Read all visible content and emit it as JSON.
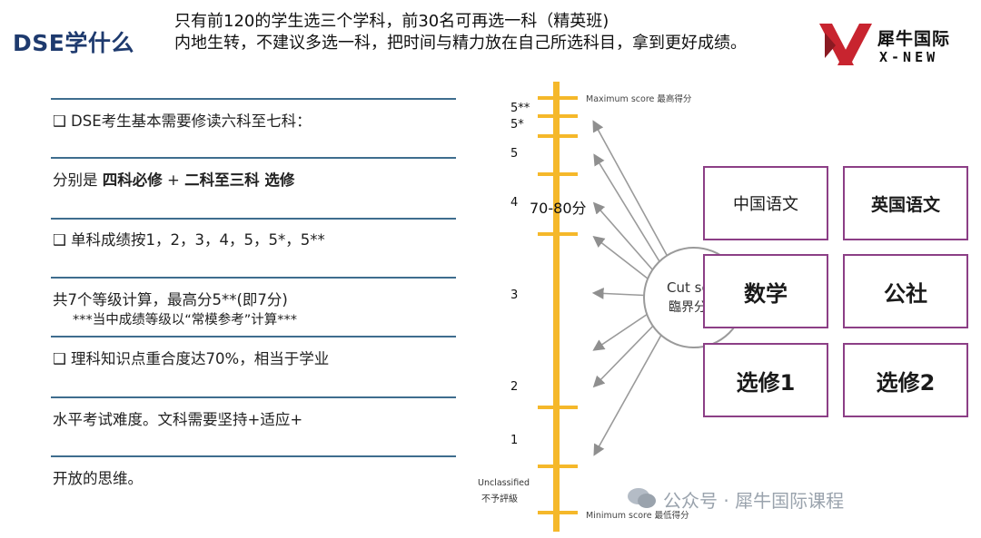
{
  "header": {
    "logo_text": "DSE学什么",
    "line1": "只有前120的学生选三个学科，前30名可再选一科（精英班)",
    "line2": "内地生转，不建议多选一科，把时间与精力放在自己所选科目，拿到更好成绩。"
  },
  "brand": {
    "name_cn": "犀牛国际",
    "name_en": "X-NEW"
  },
  "rows": [
    {
      "bullet": "❑",
      "text": "DSE考生基本需要修读六科至七科："
    },
    {
      "bullet": "",
      "text_a": "分别是 ",
      "bold_a": "四科必修",
      "text_b": " + ",
      "bold_b": "二科至三科 选修"
    },
    {
      "bullet": "❑",
      "text": "单科成绩按1，2，3，4，5，5*，5**"
    },
    {
      "bullet": "",
      "text": "共7个等级计算，最高分5**(即7分)",
      "sub": "***当中成绩等级以“常模参考”计算***"
    },
    {
      "bullet": "❑",
      "text": "理科知识点重合度达70%，相当于学业"
    },
    {
      "bullet": "",
      "text": "水平考试难度。文科需要坚持+适应+"
    },
    {
      "bullet": "",
      "text": "开放的思维。"
    }
  ],
  "scale": {
    "max_label": "Maximum score 最高得分",
    "min_label": "Minimum score 最低得分",
    "levels": [
      "5**",
      "5*",
      "5",
      "4",
      "3",
      "2",
      "1"
    ],
    "unclassified_en": "Unclassified",
    "unclassified_cn": "不予評級",
    "annotation": "70-80分",
    "cut_score_en": "Cut sc",
    "cut_score_cn": "臨界分"
  },
  "subjects": [
    "中国语文",
    "英国语文",
    "数学",
    "公社",
    "选修1",
    "选修2"
  ],
  "watermark": "公众号 · 犀牛国际课程",
  "colors": {
    "scale_bar": "#f5b82a",
    "rule": "#3e6d8e",
    "box_border": "#8c3f86",
    "logo": "#1e3a6e",
    "brand_red": "#c8242f"
  }
}
